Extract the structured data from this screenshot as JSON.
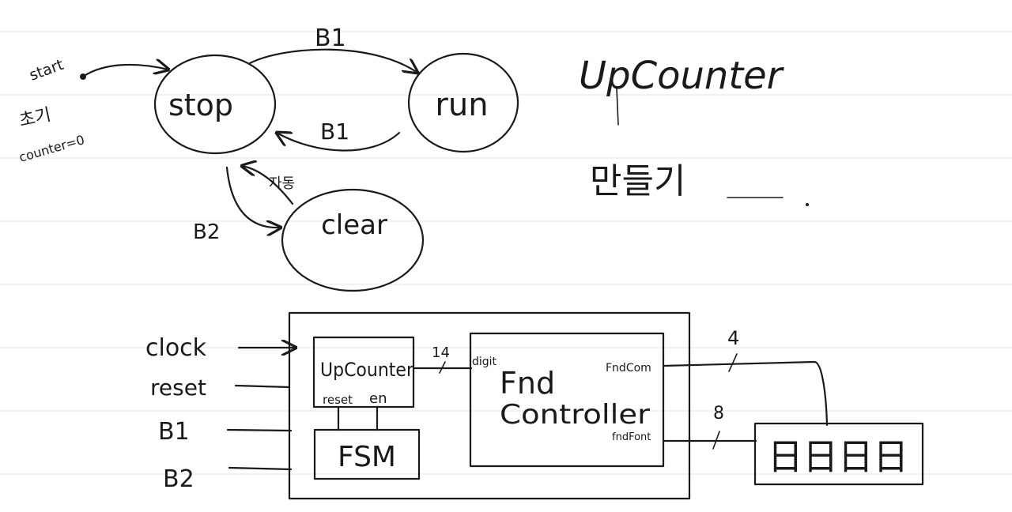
{
  "state_machine": {
    "start_label": "start",
    "init_note": "초기",
    "counter_note": "counter=0",
    "states": {
      "stop": "stop",
      "run": "run",
      "clear": "clear"
    },
    "transitions": {
      "stop_to_run": "B1",
      "run_to_stop": "B1",
      "stop_to_clear": "B2",
      "clear_to_stop": "자동"
    }
  },
  "notes": {
    "title": "UpCounter",
    "subtitle": "만들기"
  },
  "block_diagram": {
    "inputs": [
      "clock",
      "reset",
      "B1",
      "B2"
    ],
    "upcounter": {
      "label": "UpCounter",
      "reset_pin": "reset",
      "en_pin": "en"
    },
    "fsm": {
      "label": "FSM"
    },
    "bus_width_counter": "14",
    "digit_pin": "digit",
    "fnd_controller": {
      "line1": "Fnd",
      "line2": "Controller",
      "com_pin": "FndCom",
      "font_pin": "fndFont"
    },
    "bus_width_com": "4",
    "bus_width_font": "8",
    "display_digits": "日日日日"
  }
}
